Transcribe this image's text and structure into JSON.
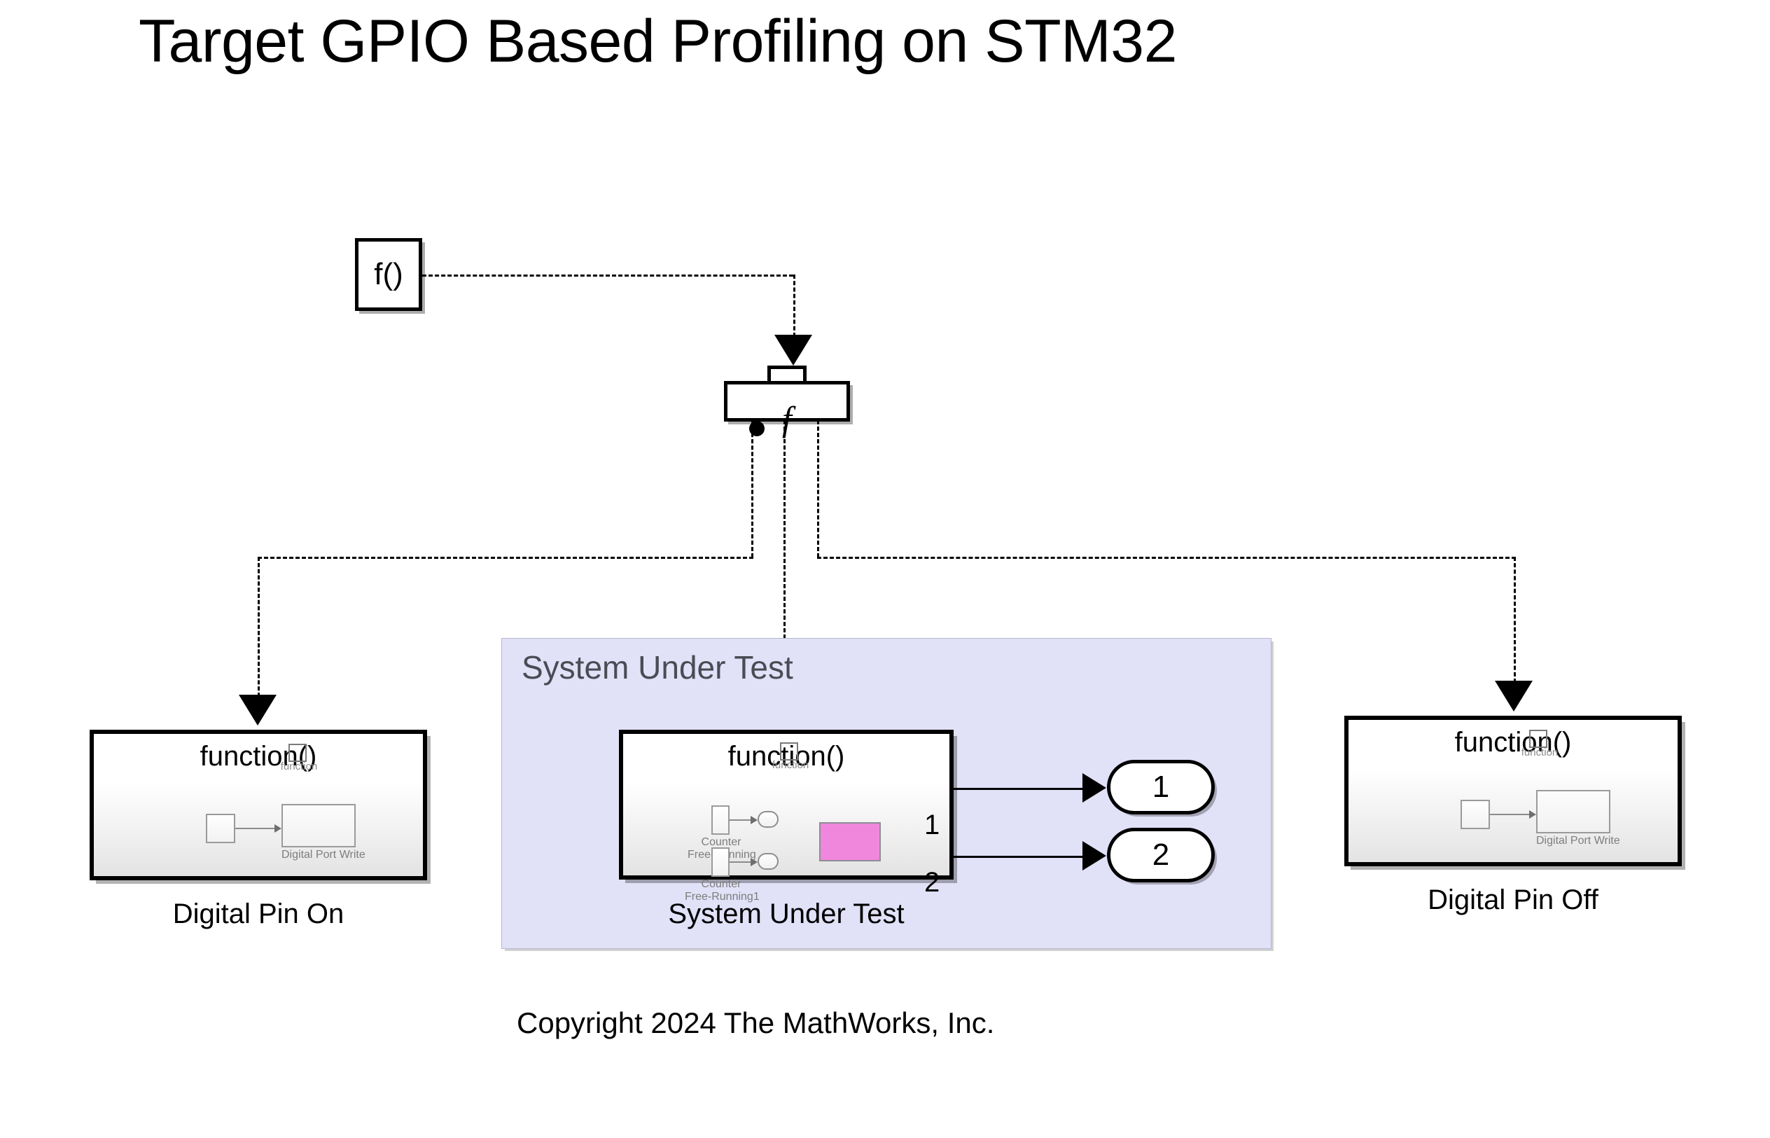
{
  "page": {
    "title": "Target GPIO Based Profiling on STM32",
    "copyright": "Copyright 2024 The MathWorks, Inc."
  },
  "blocks": {
    "function_caller": {
      "label": "f()",
      "name": "function-call-generator"
    },
    "function_call_split": {
      "glyph": "f",
      "name": "function-call-split"
    },
    "digital_pin_on": {
      "title": "function()",
      "caption": "Digital Pin On",
      "trigger_port_label": "function",
      "inner": {
        "port_write_label": "Digital Port Write"
      }
    },
    "digital_pin_off": {
      "title": "function()",
      "caption": "Digital Pin Off",
      "trigger_port_label": "function",
      "inner": {
        "port_write_label": "Digital Port Write"
      }
    },
    "system_under_test": {
      "title": "function()",
      "caption": "System Under Test",
      "trigger_port_label": "function",
      "output_port_numbers": [
        "1",
        "2"
      ],
      "inner": {
        "counter_1_line_1": "Counter",
        "counter_1_line_2": "Free-Running",
        "counter_2_line_1": "Counter",
        "counter_2_line_2": "Free-Running1"
      }
    }
  },
  "areas": {
    "system_under_test_panel": {
      "label": "System Under Test",
      "background_color": "#E1E1F8",
      "label_color": "#4B4B55"
    }
  },
  "outports": [
    {
      "label": "1"
    },
    {
      "label": "2"
    }
  ],
  "colors": {
    "canvas": "#FFFFFF",
    "block_border": "#000000",
    "sut_area_fill": "#E1E1F8",
    "highlight_block": "#F087DC",
    "mini_block_border": "#9A9A9A",
    "mini_label_text": "#7D7D7D"
  }
}
